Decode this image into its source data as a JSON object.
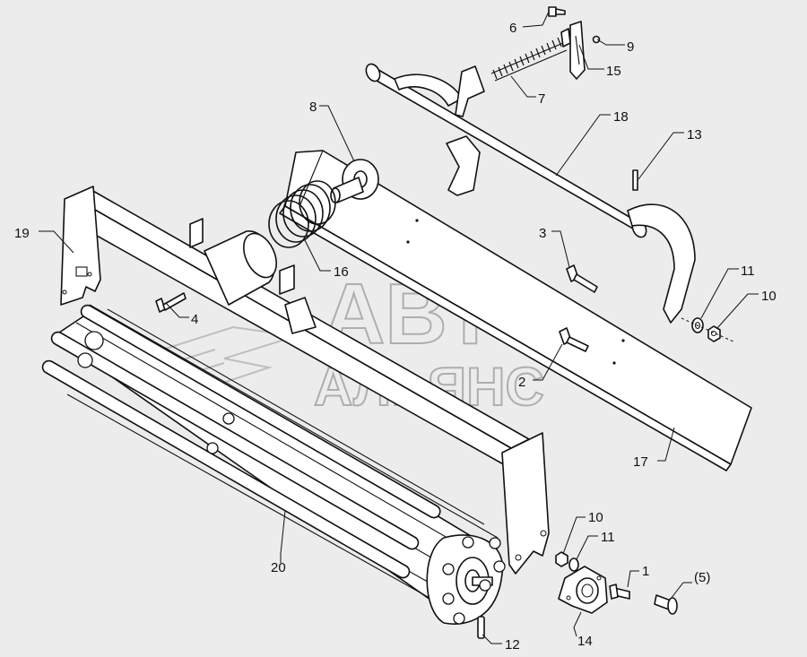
{
  "watermark": {
    "line1": "АВТО",
    "line2": "АЛЬЯНС"
  },
  "callouts": [
    {
      "id": "c1",
      "text": "1"
    },
    {
      "id": "c2",
      "text": "2"
    },
    {
      "id": "c3",
      "text": "3"
    },
    {
      "id": "c4",
      "text": "4"
    },
    {
      "id": "c5",
      "text": "(5)"
    },
    {
      "id": "c6",
      "text": "6"
    },
    {
      "id": "c7",
      "text": "7"
    },
    {
      "id": "c8",
      "text": "8"
    },
    {
      "id": "c9",
      "text": "9"
    },
    {
      "id": "c10a",
      "text": "10"
    },
    {
      "id": "c10b",
      "text": "10"
    },
    {
      "id": "c11a",
      "text": "11"
    },
    {
      "id": "c11b",
      "text": "11"
    },
    {
      "id": "c12",
      "text": "12"
    },
    {
      "id": "c13",
      "text": "13"
    },
    {
      "id": "c14",
      "text": "14"
    },
    {
      "id": "c15",
      "text": "15"
    },
    {
      "id": "c16",
      "text": "16"
    },
    {
      "id": "c17",
      "text": "17"
    },
    {
      "id": "c18",
      "text": "18"
    },
    {
      "id": "c19",
      "text": "19"
    },
    {
      "id": "c20",
      "text": "20"
    }
  ]
}
